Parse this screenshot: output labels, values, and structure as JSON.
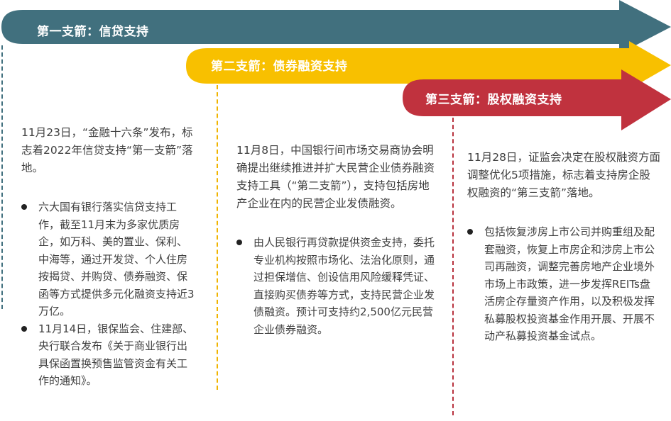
{
  "colors": {
    "arrow1": "#41707E",
    "arrow2": "#F8C000",
    "arrow3": "#C0323E",
    "text": "#404040",
    "dash1": "#41707E",
    "dash2": "#F0B400",
    "dash3": "#B8323E"
  },
  "arrows": [
    {
      "label": "第一支箭：信贷支持"
    },
    {
      "label": "第二支箭：债券融资支持"
    },
    {
      "label": "第三支箭：股权融资支持"
    }
  ],
  "columns": [
    {
      "intro": "11月23日，“金融十六条”发布，标志着2022年信贷支持“第一支箭”落地。",
      "bullets": [
        "六大国有银行落实信贷支持工作，截至11月末为多家优质房企，如万科、美的置业、保利、中海等，通过开发贷、个人住房按揭贷、并购贷、债券融资、保函等方式提供多元化融资支持近3万亿。",
        "11月14日，银保监会、住建部、央行联合发布《关于商业银行出具保函置换预售监管资金有关工作的通知》。"
      ]
    },
    {
      "intro": "11月8日，中国银行间市场交易商协会明确提出继续推进并扩大民营企业债券融资支持工具（“第二支箭”），支持包括房地产企业在内的民营企业发债融资。",
      "bullets": [
        "由人民银行再贷款提供资金支持，委托专业机构按照市场化、法治化原则，通过担保增信、创设信用风险缓释凭证、直接购买债券等方式，支持民营企业发债融资。预计可支持约2,500亿元民营企业债券融资。"
      ]
    },
    {
      "intro": "11月28日，证监会决定在股权融资方面调整优化5项措施，标志着支持房企股权融资的“第三支箭”落地。",
      "bullets": [
        "包括恢复涉房上市公司并购重组及配套融资，恢复上市房企和涉房上市公司再融资，调整完善房地产企业境外市场上市政策，进一步发挥REITs盘活房企存量资产作用，以及积极发挥私募股权投资基金作用开展、开展不动产私募投资基金试点。"
      ]
    }
  ]
}
